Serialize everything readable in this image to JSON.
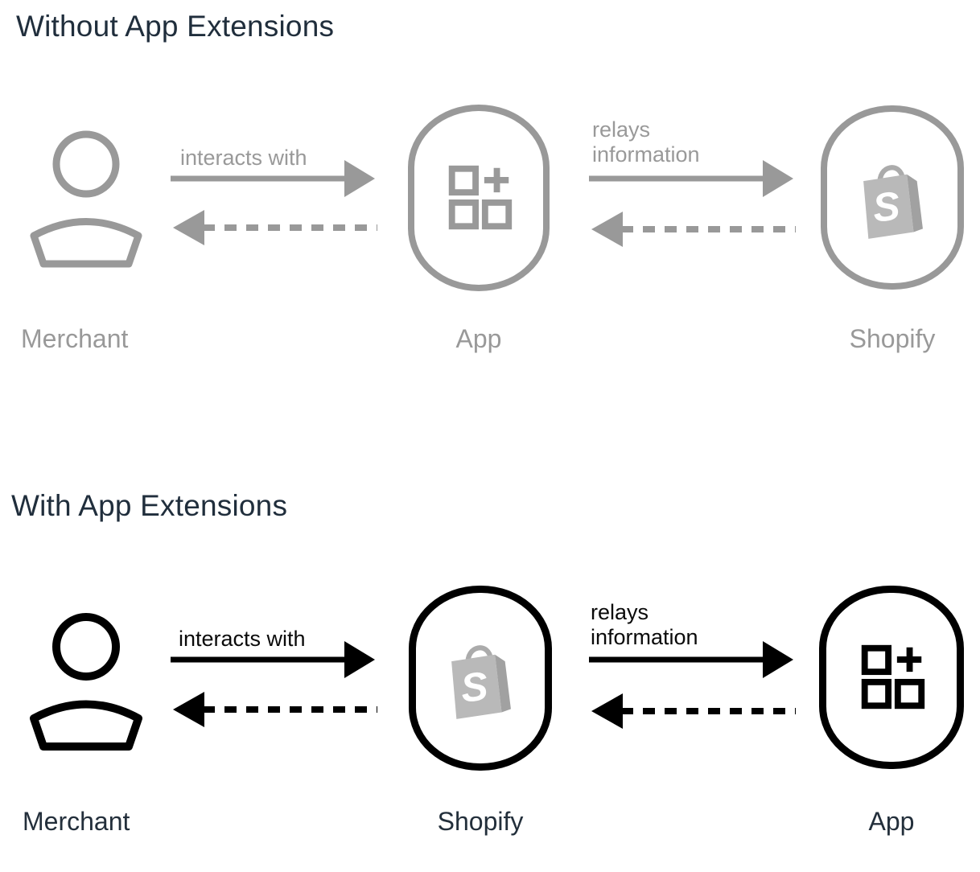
{
  "colors": {
    "muted_gray": "#999999",
    "ink": "#212b36",
    "black": "#000000",
    "bag_front": "#b9b9b9",
    "bag_side": "#a1a1a1",
    "bag_handle": "#ababab",
    "bag_letter": "#ffffff"
  },
  "icons": {
    "merchant": "person-icon",
    "app": "app-grid-plus-icon",
    "shopify": "shopify-bag-icon"
  },
  "sections": [
    {
      "title": "Without App Extensions",
      "nodes": [
        {
          "id": "merchant",
          "label": "Merchant",
          "icon": "person-icon"
        },
        {
          "id": "app",
          "label": "App",
          "icon": "app-grid-plus-icon"
        },
        {
          "id": "shopify",
          "label": "Shopify",
          "icon": "shopify-bag-icon"
        }
      ],
      "connectors": [
        {
          "label_lines": [
            "interacts with"
          ]
        },
        {
          "label_lines": [
            "relays",
            "information"
          ]
        }
      ]
    },
    {
      "title": "With App Extensions",
      "nodes": [
        {
          "id": "merchant",
          "label": "Merchant",
          "icon": "person-icon"
        },
        {
          "id": "shopify",
          "label": "Shopify",
          "icon": "shopify-bag-icon"
        },
        {
          "id": "app",
          "label": "App",
          "icon": "app-grid-plus-icon"
        }
      ],
      "connectors": [
        {
          "label_lines": [
            "interacts with"
          ]
        },
        {
          "label_lines": [
            "relays",
            "information"
          ]
        }
      ]
    }
  ]
}
